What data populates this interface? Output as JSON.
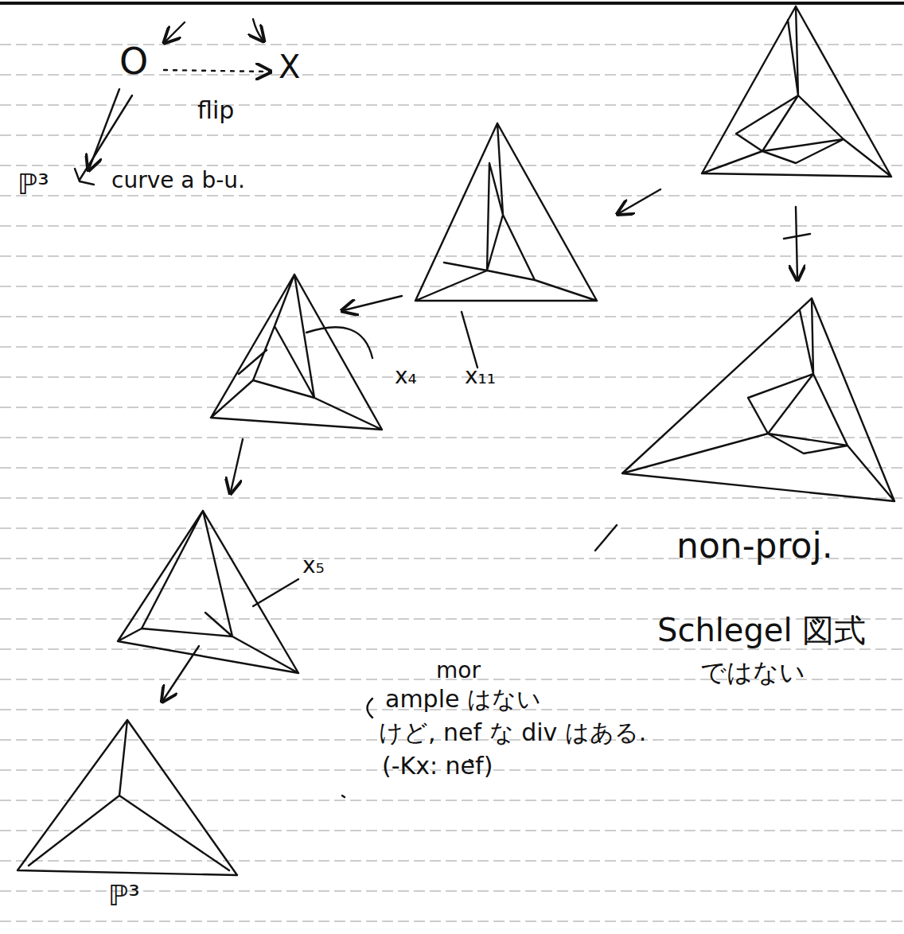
{
  "diagram": {
    "labels": [
      "O",
      "X",
      "flip",
      "ℙ³",
      "curve a b-u.",
      "x₄",
      "x₁₁",
      "x₅",
      "non-proj.",
      "Schlegel 図式",
      "ではない",
      "mor",
      "ample はない",
      "けど, nef な div はある.",
      "(-Kx: nef)",
      "ℙ³"
    ]
  }
}
